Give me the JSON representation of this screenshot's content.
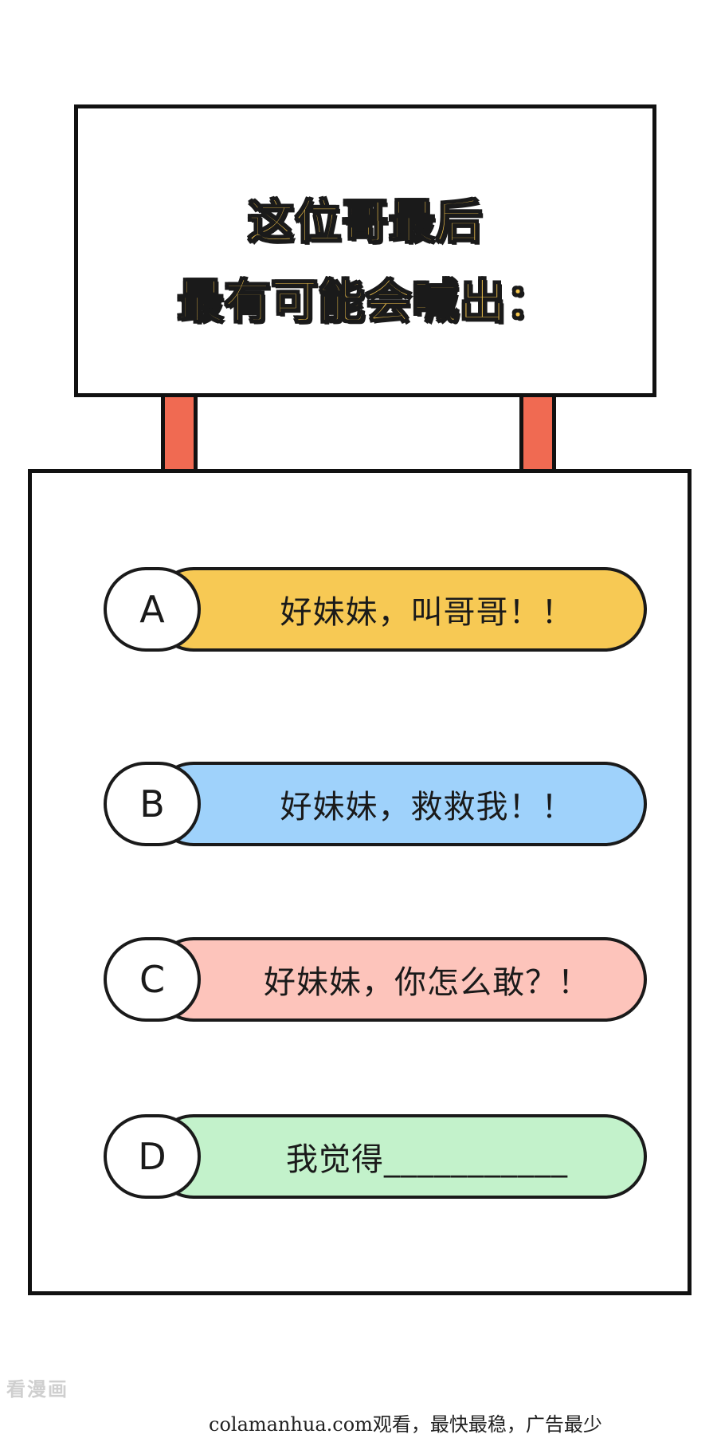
{
  "question": {
    "line1": "这位哥最后",
    "line2": "最有可能会喊出："
  },
  "colors": {
    "title_fill": "#f6c64c",
    "post": "#f06a52",
    "option_a": "#f7c954",
    "option_b": "#9fd2fb",
    "option_c": "#fdc4bb",
    "option_d": "#c3f2cb"
  },
  "options": [
    {
      "letter": "A",
      "text": "好妹妹，叫哥哥！！"
    },
    {
      "letter": "B",
      "text": "好妹妹，救救我！！"
    },
    {
      "letter": "C",
      "text": "好妹妹，你怎么敢？！"
    },
    {
      "letter": "D",
      "text": "我觉得___________"
    }
  ],
  "watermark": "看漫画",
  "footer": "colamanhua.com观看，最快最稳，广告最少"
}
